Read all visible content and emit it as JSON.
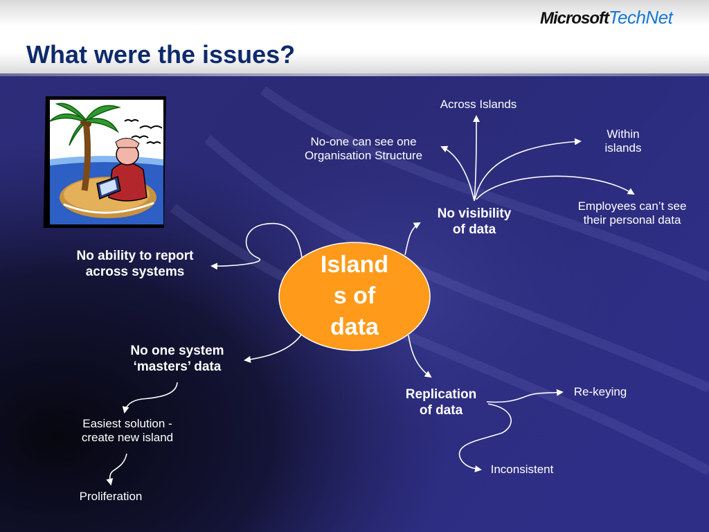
{
  "slide": {
    "title": "What were the issues?",
    "logo": {
      "brand": "Microsoft",
      "product": "TechNet"
    }
  },
  "diagram": {
    "center": {
      "label_lines": [
        "Island",
        "s of",
        "data"
      ],
      "fill": "#ff9a1a"
    },
    "nodes": {
      "no_visibility": [
        "No visibility",
        "of data"
      ],
      "across_islands": "Across Islands",
      "no_one_can_see": [
        "No-one can see one",
        "Organisation Structure"
      ],
      "within_islands": [
        "Within",
        "islands"
      ],
      "employees": [
        "Employees can’t see",
        "their personal data"
      ],
      "no_ability": [
        "No ability to report",
        "across systems"
      ],
      "no_one_system": [
        "No one system",
        "‘masters’ data"
      ],
      "easiest": [
        "Easiest solution  -",
        "create new island"
      ],
      "proliferation": "Proliferation",
      "replication": [
        "Replication",
        "of data"
      ],
      "rekeying": "Re-keying",
      "inconsistent": "Inconsistent"
    }
  },
  "colors": {
    "header_title": "#0e2a6b",
    "logo_accent": "#1677d2",
    "node_text": "#ffffff",
    "center_text": "#ffffff"
  },
  "icons": {
    "clipart": "island-businessman-clipart-icon"
  }
}
